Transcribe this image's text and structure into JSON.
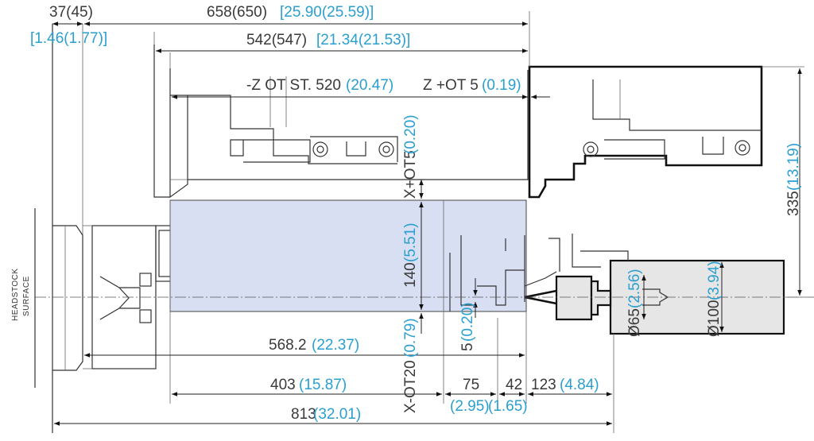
{
  "label_headstock": [
    "HEADSTOCK",
    "SURFACE"
  ],
  "dims": {
    "d37": {
      "value": "37(45)",
      "alt": "[1.46(1.77)]"
    },
    "d658": {
      "value": "658(650)",
      "alt": "[25.90(25.59)]"
    },
    "d542": {
      "value": "542(547)",
      "alt": "[21.34(21.53)]"
    },
    "zminus": {
      "value": "-Z OT ST. 520",
      "alt": "(20.47)"
    },
    "zplus": {
      "value": "Z +OT 5",
      "alt": "(0.19)"
    },
    "xplus": {
      "value": "X+OT5",
      "alt": "(0.20)"
    },
    "d140": {
      "value": "140",
      "alt": "(5.51)"
    },
    "xminus": {
      "value": "X-OT20",
      "alt": "(0.79)"
    },
    "d5": {
      "value": "5",
      "alt": "(0.20)"
    },
    "d568": {
      "value": "568.2",
      "alt": "(22.37)"
    },
    "d403": {
      "value": "403",
      "alt": "(15.87)"
    },
    "d75": {
      "value": "75",
      "alt": "(2.95)"
    },
    "d42": {
      "value": "42",
      "alt": "(1.65)"
    },
    "d123": {
      "value": "123",
      "alt": "(4.84)"
    },
    "d813": {
      "value": "813",
      "alt": "(32.01)"
    },
    "d335": {
      "value": "335",
      "alt": "(13.19)"
    },
    "d65": {
      "value": "Ø65",
      "alt": "(2.56)"
    },
    "d100": {
      "value": "Ø100",
      "alt": "(3.94)"
    }
  },
  "colors": {
    "dimension_text": "#3a3a3a",
    "imperial_text": "#2a9fd0",
    "travel_band": "#d8dff2"
  }
}
